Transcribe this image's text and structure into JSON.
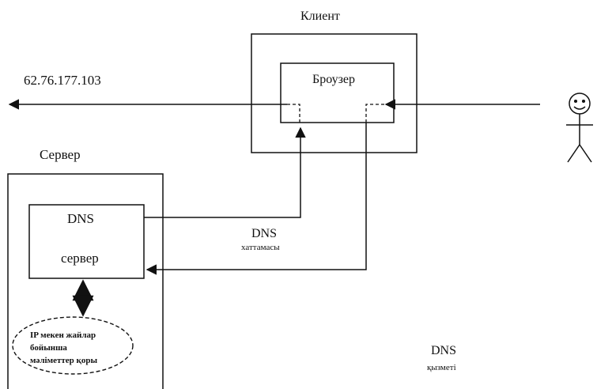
{
  "client": {
    "title": "Клиент",
    "browser_label": "Броузер"
  },
  "server": {
    "title": "Сервер",
    "dns_server_line1": "DNS",
    "dns_server_line2": "сервер",
    "database_line1": "IP мекен жайлар",
    "database_line2": "бойынша",
    "database_line3": "мәліметтер қоры"
  },
  "ip_address": "62.76.177.103",
  "protocol": {
    "line1": "DNS",
    "line2": "хаттамасы"
  },
  "service": {
    "line1": "DNS",
    "line2": "қызметі"
  },
  "colors": {
    "ink": "#111111",
    "background": "#ffffff"
  }
}
